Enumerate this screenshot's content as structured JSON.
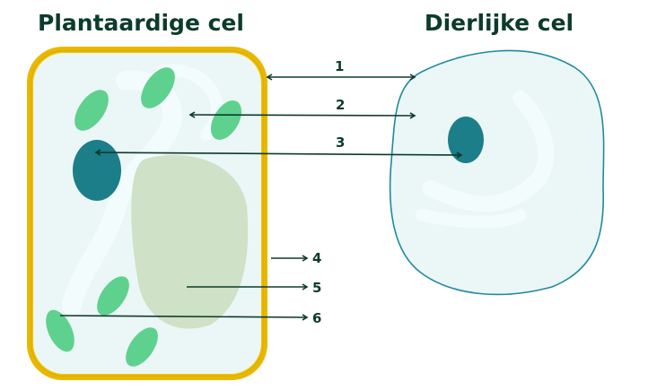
{
  "titles": {
    "plant": "Plantaardige cel",
    "animal": "Dierlijke cel"
  },
  "labels": [
    "1",
    "2",
    "3",
    "4",
    "5",
    "6"
  ],
  "colors": {
    "cell_wall": "#e8b800",
    "cytoplasm": "#ebf6f6",
    "chloroplast": "#5ed18e",
    "nucleus": "#1b7e88",
    "vacuole": "#cfe1c6",
    "membrane": "#1f8aa0",
    "text": "#0b3b2c"
  }
}
